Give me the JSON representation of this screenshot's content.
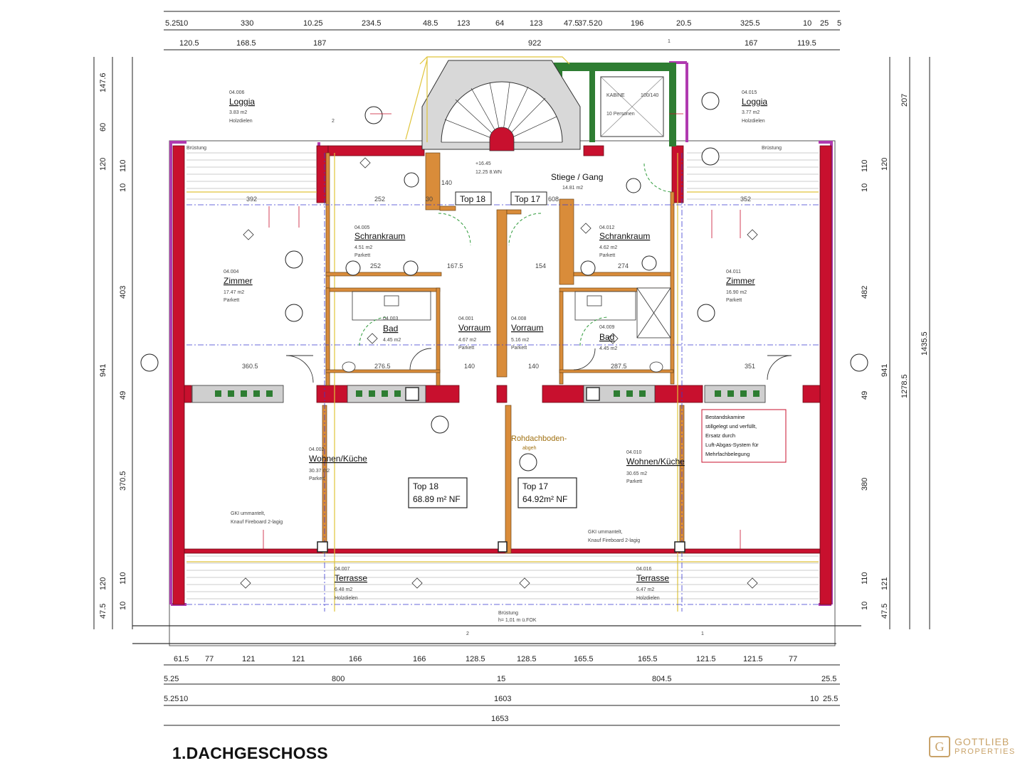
{
  "title": "1.DACHGESCHOSS",
  "logo": {
    "line1": "GOTTLIEB",
    "line2": "PROPERTIES"
  },
  "dims": {
    "top_row1": [
      "5.25",
      "10",
      "330",
      "10.25",
      "234.5",
      "48.5",
      "123",
      "64",
      "123",
      "47.5",
      "37.5",
      "20",
      "196",
      "20.5",
      "325.5",
      "10",
      "25",
      "5"
    ],
    "top_row2": [
      "120.5",
      "168.5",
      "187",
      "922",
      "167",
      "119.5"
    ],
    "bottom_row1": [
      "61.5",
      "77",
      "121",
      "121",
      "166",
      "166",
      "128.5",
      "128.5",
      "165.5",
      "165.5",
      "121.5",
      "121.5",
      "77"
    ],
    "bottom_row2": [
      "5.25",
      "800",
      "15",
      "804.5",
      "25.5"
    ],
    "bottom_row3": [
      "5.25",
      "10",
      "1603",
      "10",
      "25.5"
    ],
    "bottom_total": "1653",
    "left_col1": [
      "147.6",
      "60",
      "120",
      "941",
      "120",
      "47.5"
    ],
    "left_col2": [
      "110",
      "10",
      "403",
      "49",
      "370.5",
      "110",
      "10"
    ],
    "right_col1": [
      "207",
      "120",
      "941",
      "121",
      "47.5"
    ],
    "right_col2": [
      "110",
      "10",
      "482",
      "49",
      "380",
      "110",
      "10"
    ],
    "right_total1": "1278.5",
    "right_total2": "1435.5",
    "inner": [
      "392",
      "352",
      "252",
      "30",
      "252",
      "140",
      "274",
      "360.5",
      "276.5",
      "140",
      "140",
      "287.5",
      "351",
      "167.5",
      "154",
      "608"
    ]
  },
  "rooms": [
    {
      "code": "04.006",
      "name": "Loggia",
      "area": "3.83 m2",
      "floor": "Holzdielen"
    },
    {
      "code": "04.015",
      "name": "Loggia",
      "area": "3.77 m2",
      "floor": "Holzdielen"
    },
    {
      "code": "04.005",
      "name": "Schrankraum",
      "area": "4.51 m2",
      "floor": "Parkett"
    },
    {
      "code": "04.012",
      "name": "Schrankraum",
      "area": "4.62 m2",
      "floor": "Parkett"
    },
    {
      "code": "04.004",
      "name": "Zimmer",
      "area": "17.47 m2",
      "floor": "Parkett"
    },
    {
      "code": "04.011",
      "name": "Zimmer",
      "area": "16.90 m2",
      "floor": "Parkett"
    },
    {
      "code": "04.003",
      "name": "Bad",
      "area": "4.45 m2",
      "floor": ""
    },
    {
      "code": "04.009",
      "name": "Bad",
      "area": "4.45 m2",
      "floor": ""
    },
    {
      "code": "04.001",
      "name": "Vorraum",
      "area": "4.67 m2",
      "floor": "Parkett"
    },
    {
      "code": "04.008",
      "name": "Vorraum",
      "area": "5.16 m2",
      "floor": "Parkett"
    },
    {
      "code": "04.002",
      "name": "Wohnen/Küche",
      "area": "30.37 m2",
      "floor": "Parkett"
    },
    {
      "code": "04.010",
      "name": "Wohnen/Küche",
      "area": "30.65 m2",
      "floor": "Parkett"
    },
    {
      "code": "04.007",
      "name": "Terrasse",
      "area": "6.48 m2",
      "floor": "Holzdielen"
    },
    {
      "code": "04.016",
      "name": "Terrasse",
      "area": "6.47 m2",
      "floor": "Holzdielen"
    }
  ],
  "units": [
    {
      "label": "Top 18",
      "area": "68.89 m² NF"
    },
    {
      "label": "Top 17",
      "area": "64.92m² NF"
    }
  ],
  "stair": {
    "name": "Stiege / Gang",
    "area": "14.81 m2",
    "level": "+16.45",
    "level2": "12.25 8.WN",
    "kabine": "KABINE",
    "kabine2": "100/140",
    "kabine3": "10 Personen"
  },
  "labels": {
    "top18_small": "Top 18",
    "top17_small": "Top 17",
    "rohdach": "Rohdachboden-",
    "rohdach2": "abgeh",
    "gk_left": "GKI ummantelt,",
    "gk_left2": "Knauf Fireboard 2-lagig",
    "gk_right": "GKI ummantelt,",
    "gk_right2": "Knauf Fireboard 2-lagig",
    "gelaender": "Brüstung",
    "gelaender2": "h= 1,01 m ü.FOK",
    "gelaender3": "Brüstung",
    "note_lines": [
      "Bestandskamine",
      "stillgelegt und verfüllt,",
      "Ersatz durch",
      "Luft-Abgas-System für",
      "Mehrfachbelegung"
    ],
    "sec2": "2",
    "sec1": "1"
  },
  "colors": {
    "wall": "#c8102e",
    "magenta": "#b03ab0",
    "green": "#2e7d32",
    "yellow": "#e0c43a",
    "gold": "#c9a36a"
  }
}
